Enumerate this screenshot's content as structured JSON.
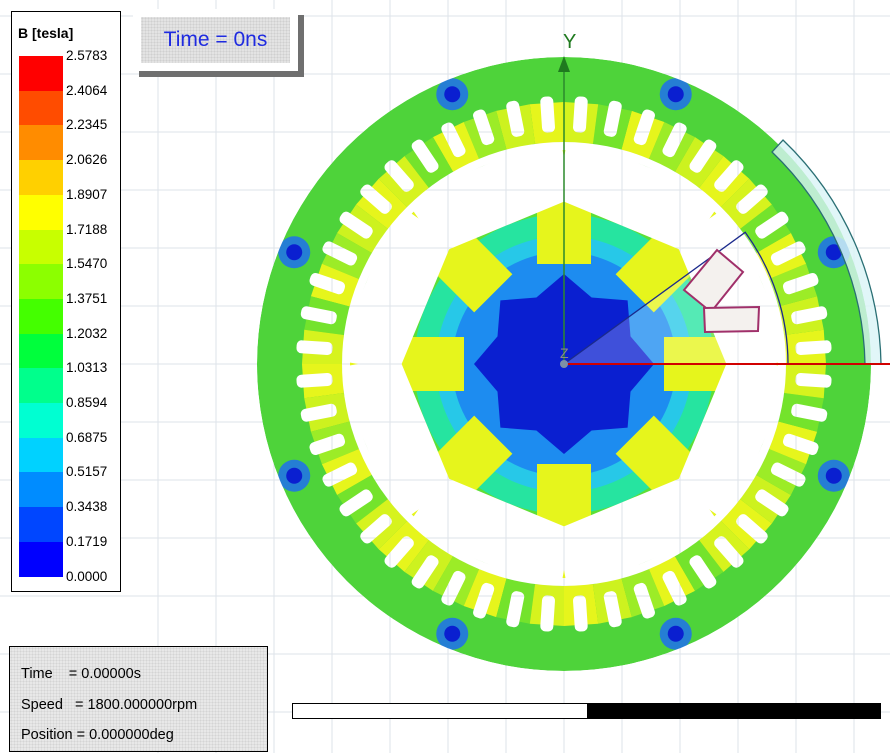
{
  "legend": {
    "title": "B [tesla]",
    "values": [
      "2.5783",
      "2.4064",
      "2.2345",
      "2.0626",
      "1.8907",
      "1.7188",
      "1.5470",
      "1.3751",
      "1.2032",
      "1.0313",
      "0.8594",
      "0.6875",
      "0.5157",
      "0.3438",
      "0.1719",
      "0.0000"
    ],
    "colors": [
      "#ff0000",
      "#ff4c00",
      "#ff8c00",
      "#ffd000",
      "#ffff00",
      "#c8ff00",
      "#8cff00",
      "#44ff00",
      "#00ff3c",
      "#00ff8c",
      "#00ffd2",
      "#00d2ff",
      "#008cff",
      "#0046ff",
      "#0000ff"
    ]
  },
  "time_banner": {
    "text": "Time = 0ns",
    "color": "#1f2be0"
  },
  "axes": {
    "y_label": "Y",
    "z_label": "Z"
  },
  "info": {
    "time": "Time    = 0.00000s",
    "speed": "Speed   = 1800.000000rpm",
    "position": "Position = 0.000000deg"
  },
  "progress": {
    "black_fraction": 0.5
  },
  "colors": {
    "stator_main": "#4ed33a",
    "rotor_main": "#e4f21d",
    "shaft": "#0a1fd0",
    "slot": "#ffffff",
    "y_axis": "#2c8a2c",
    "x_axis": "#d10000"
  }
}
